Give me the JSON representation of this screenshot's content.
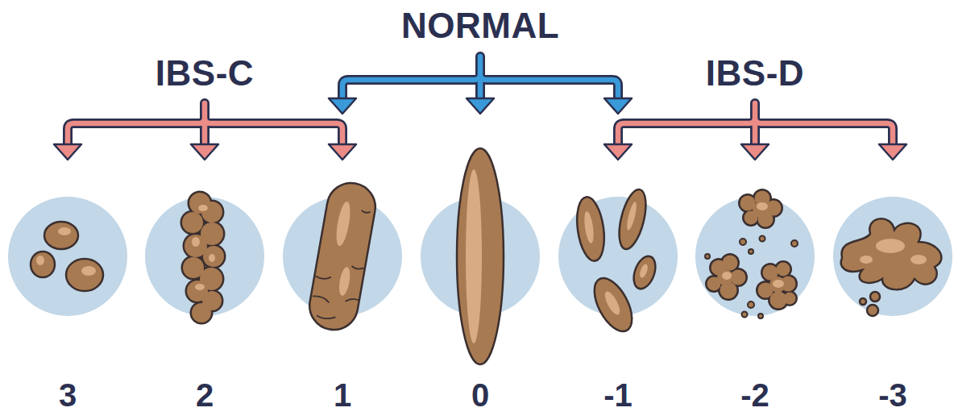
{
  "diagram": {
    "nodes": [
      {
        "text": [
          "3"
        ]
      },
      {
        "text": [
          "2"
        ]
      },
      {
        "text": [
          "1"
        ]
      },
      {
        "text": [
          "0"
        ]
      },
      {
        "text": [
          "-1"
        ]
      },
      {
        "text": [
          "-2"
        ]
      },
      {
        "text": [
          "-3"
        ]
      }
    ],
    "labels": [
      "NORMAL",
      "IBS-C",
      "IBS-D"
    ]
  }
}
